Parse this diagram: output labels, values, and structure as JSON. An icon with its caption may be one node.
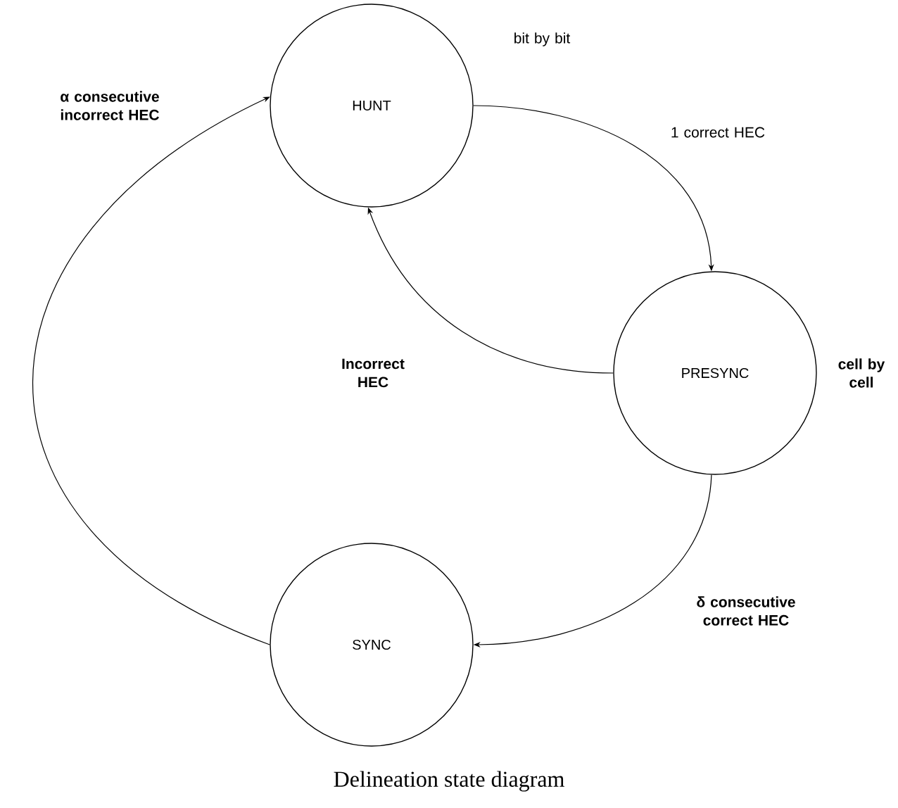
{
  "diagram": {
    "caption": "Delineation state diagram",
    "nodes": [
      {
        "text": [
          "HUNT"
        ],
        "beside": [
          "bit by bit"
        ]
      },
      {
        "text": [
          "PRESYNC"
        ],
        "beside": [
          "cell by cell"
        ]
      },
      {
        "text": [
          "SYNC"
        ]
      }
    ],
    "edges": [
      {
        "from": 0,
        "to": 1,
        "arrow": "to",
        "label": "1 correct HEC"
      },
      {
        "from": 1,
        "to": 0,
        "arrow": "to",
        "label": "Incorrect HEC"
      },
      {
        "from": 1,
        "to": 2,
        "arrow": "to",
        "label": "δ consecutive correct HEC"
      },
      {
        "from": 2,
        "to": 0,
        "arrow": "to",
        "label": "α consecutive incorrect HEC"
      }
    ]
  }
}
